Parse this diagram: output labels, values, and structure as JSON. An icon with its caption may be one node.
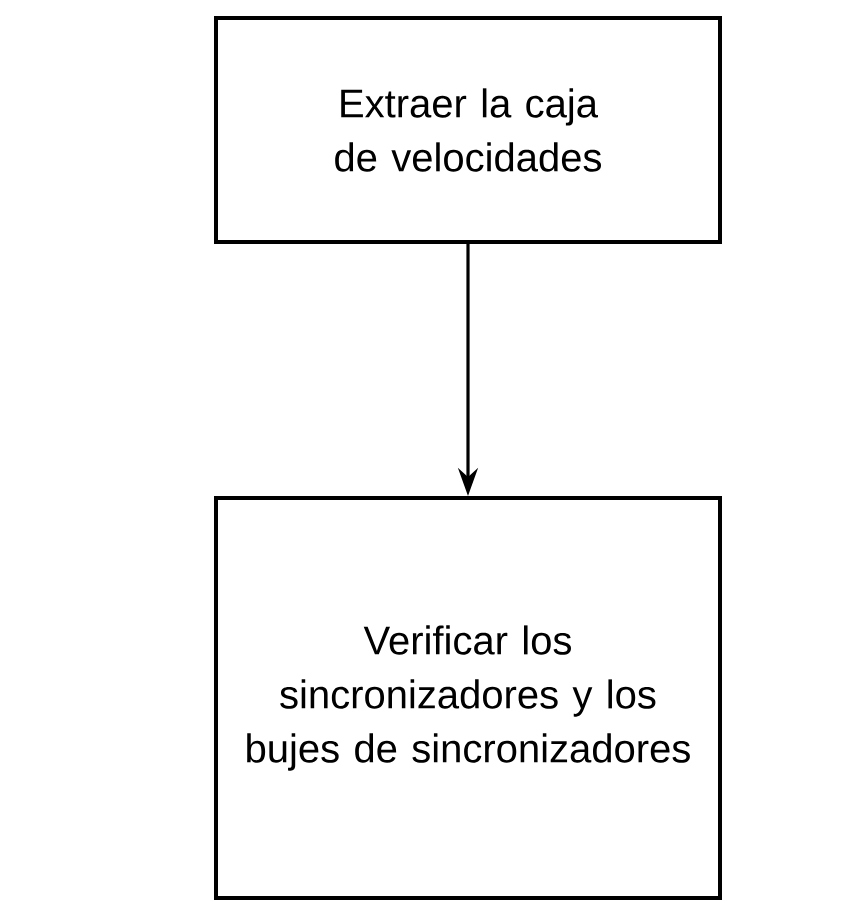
{
  "diagram": {
    "nodes": [
      {
        "text": [
          "Extraer la caja de velocidades"
        ]
      },
      {
        "text": [
          "Verificar los sincronizadores y los bujes de sincronizadores"
        ]
      }
    ],
    "edges": [
      {
        "from": 0,
        "to": 1,
        "arrow": "to"
      }
    ]
  }
}
